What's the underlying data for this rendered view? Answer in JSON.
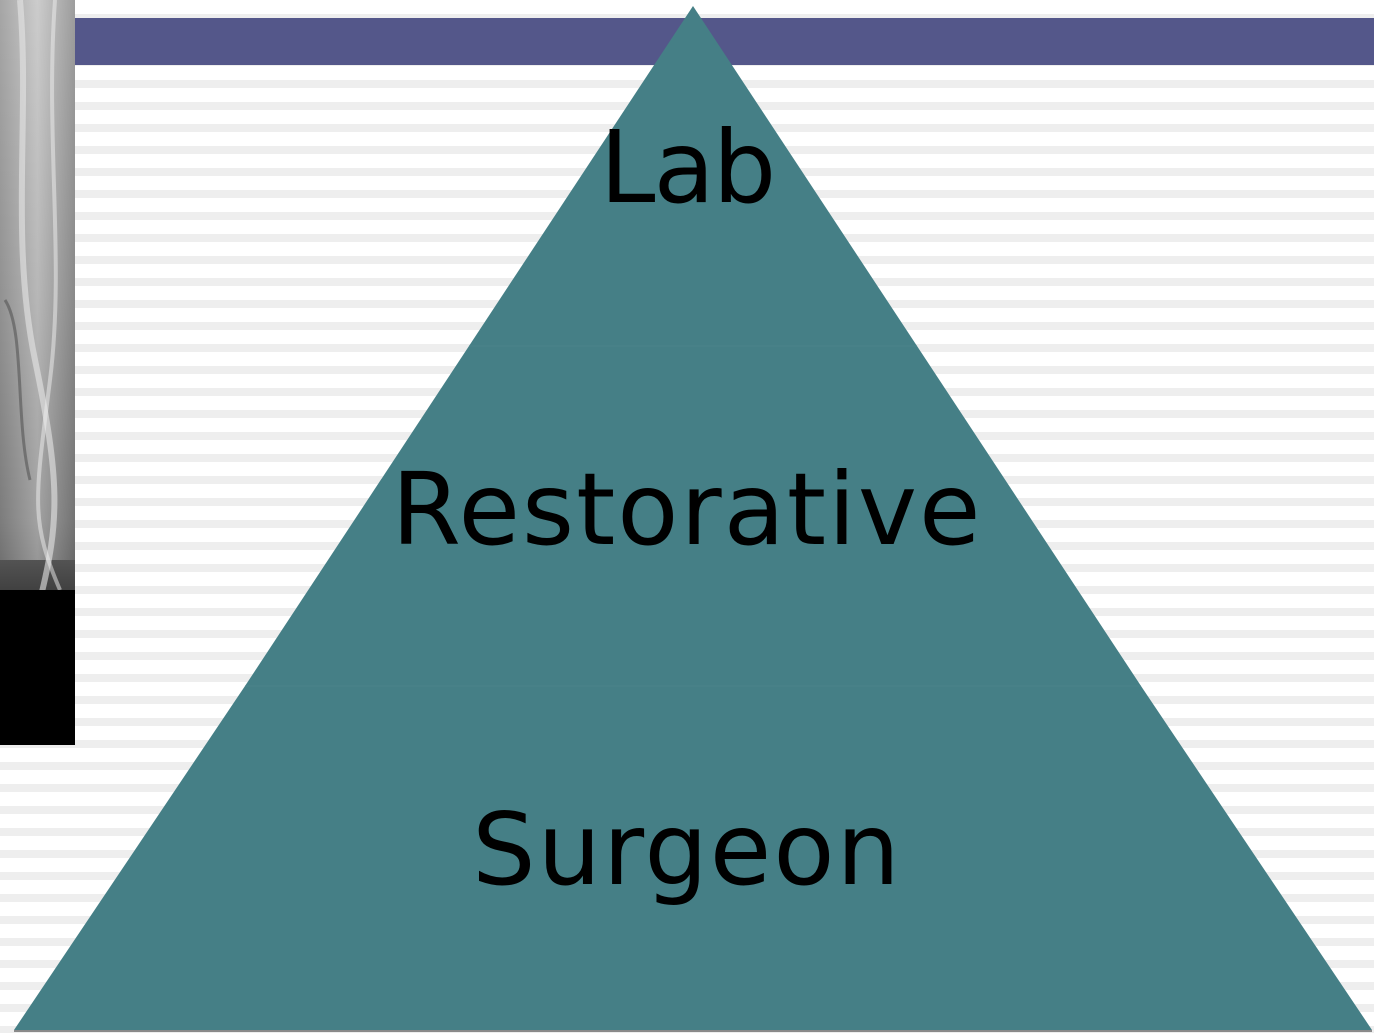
{
  "slide": {
    "colors": {
      "title_bar": "#54578a",
      "pyramid_fill": "#457f86",
      "text": "#000000"
    },
    "pyramid": {
      "tiers": [
        {
          "label": "Lab"
        },
        {
          "label": "Restorative"
        },
        {
          "label": "Surgeon"
        }
      ]
    },
    "photo": {
      "description_icon": "xray-image"
    }
  }
}
